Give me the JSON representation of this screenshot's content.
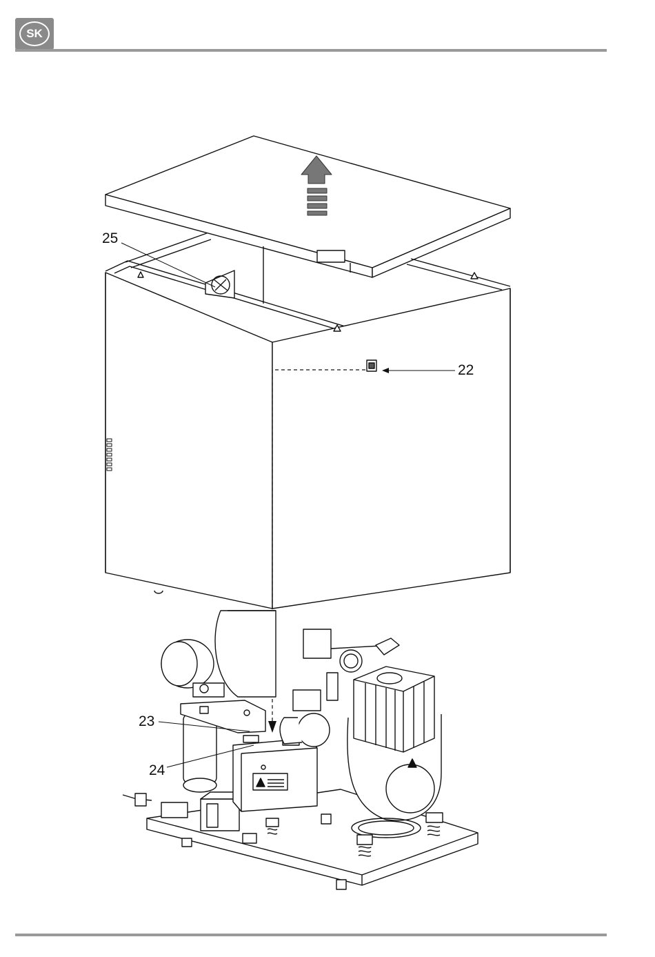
{
  "header": {
    "language_badge": "SK"
  },
  "figure": {
    "callouts": [
      {
        "id": "25",
        "label": "25"
      },
      {
        "id": "22",
        "label": "22"
      },
      {
        "id": "23",
        "label": "23"
      },
      {
        "id": "24",
        "label": "24"
      }
    ]
  },
  "colors": {
    "rule": "#9a9a9a",
    "badge": "#8a8a8a",
    "arrow": "#777777"
  }
}
